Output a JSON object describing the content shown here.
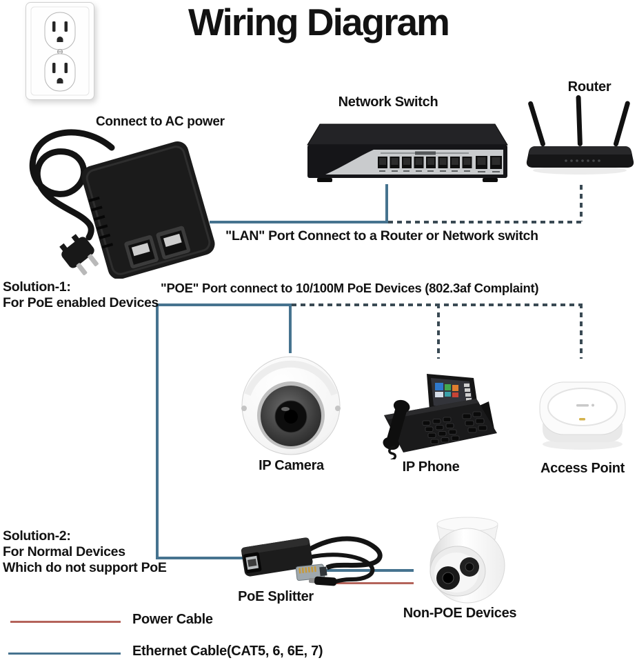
{
  "title": "Wiring Diagram",
  "colors": {
    "ethernet": "#46738f",
    "ethernet_dashed": "#3a4a54",
    "power": "#b4635a",
    "background": "#ffffff",
    "text": "#121212"
  },
  "top_section": {
    "ac_label": "Connect to AC power",
    "switch_label": "Network Switch",
    "router_label": "Router",
    "lan_note": "\"LAN\" Port Connect to a Router or Network switch"
  },
  "solution1": {
    "heading": "Solution-1:",
    "subheading": "For PoE enabled Devices",
    "poe_note": "\"POE\" Port connect to 10/100M PoE Devices (802.3af Complaint)",
    "devices": [
      {
        "label": "IP Camera"
      },
      {
        "label": "IP Phone"
      },
      {
        "label": "Access Point"
      }
    ]
  },
  "solution2": {
    "heading": "Solution-2:",
    "subheading1": "For Normal Devices",
    "subheading2": "Which do not support PoE",
    "splitter_label": "PoE Splitter",
    "non_poe_label": "Non-POE Devices"
  },
  "legend": {
    "items": [
      {
        "label": "Power Cable",
        "color": "#b4635a"
      },
      {
        "label": "Ethernet Cable(CAT5, 6, 6E, 7)",
        "color": "#46738f"
      }
    ]
  }
}
